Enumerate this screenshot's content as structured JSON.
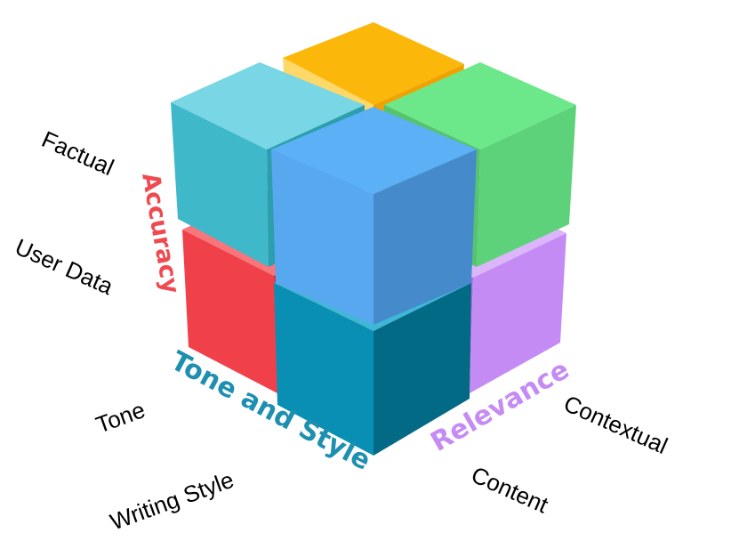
{
  "diagram": {
    "axes": {
      "accuracy": {
        "label": "Accuracy",
        "color": "#f0494f",
        "items": [
          "Factual",
          "User Data"
        ]
      },
      "tone_and_style": {
        "label": "Tone and Style",
        "color": "#1d8fb0",
        "items": [
          "Tone",
          "Writing Style"
        ]
      },
      "relevance": {
        "label": "Relevance",
        "color": "#c58bf5",
        "items": [
          "Contextual",
          "Content"
        ]
      }
    },
    "cubes": [
      {
        "id": "top-back",
        "color": "#fbb40a"
      },
      {
        "id": "top-left",
        "color": "#5fc9da"
      },
      {
        "id": "top-right",
        "color": "#5fdc7c"
      },
      {
        "id": "top-front",
        "color": "#5ea9f0"
      },
      {
        "id": "bottom-back",
        "color": "#f8c8d8"
      },
      {
        "id": "bottom-left",
        "color": "#f0434b"
      },
      {
        "id": "bottom-right",
        "color": "#c48af4"
      },
      {
        "id": "bottom-front",
        "color": "#0a8eb2"
      }
    ]
  }
}
